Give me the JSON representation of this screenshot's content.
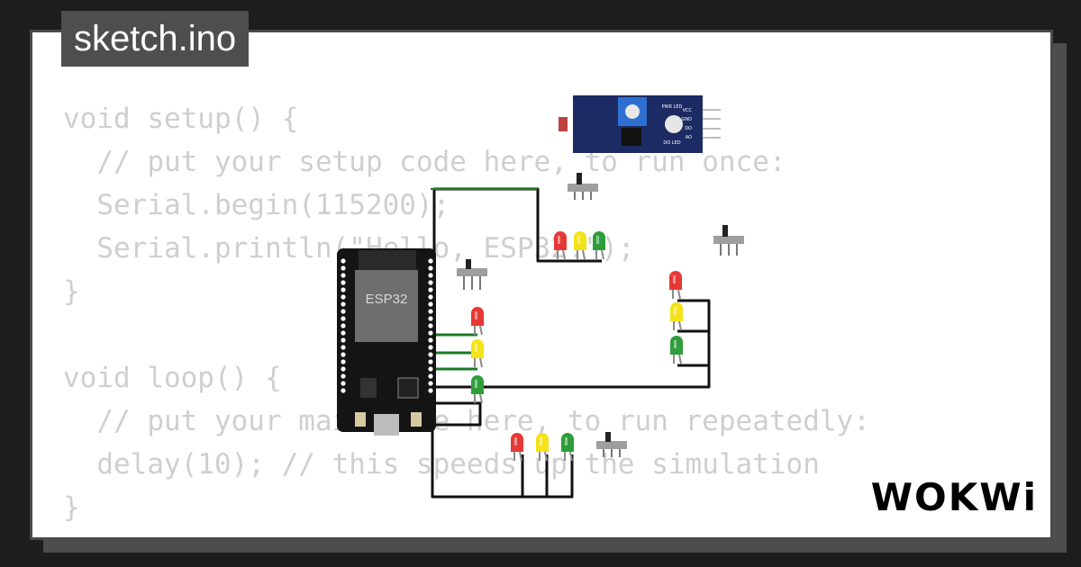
{
  "tab": {
    "filename": "sketch.ino"
  },
  "code": {
    "lines": [
      "void setup() {",
      "  // put your setup code here, to run once:",
      "  Serial.begin(115200);",
      "  Serial.println(\"Hello, ESP32!\");",
      "}",
      "",
      "void loop() {",
      "  // put your main code here, to run repeatedly:",
      "  delay(10); // this speeds up the simulation",
      "}"
    ]
  },
  "board": {
    "chip_label": "ESP32"
  },
  "sensor": {
    "pin_labels": [
      "VCC",
      "GND",
      "DO",
      "AO"
    ],
    "led_labels": [
      "PWR LED",
      "DO LED"
    ]
  },
  "brand": {
    "logo": "WOKWi"
  },
  "colors": {
    "led_red": "#e53935",
    "led_yellow": "#f4e21a",
    "led_green": "#2e9e3a",
    "wire": "#111111",
    "wire_green": "#1a7a22",
    "code_text": "#cfcfcf",
    "board": "#141414",
    "module": "#1c2b63"
  }
}
